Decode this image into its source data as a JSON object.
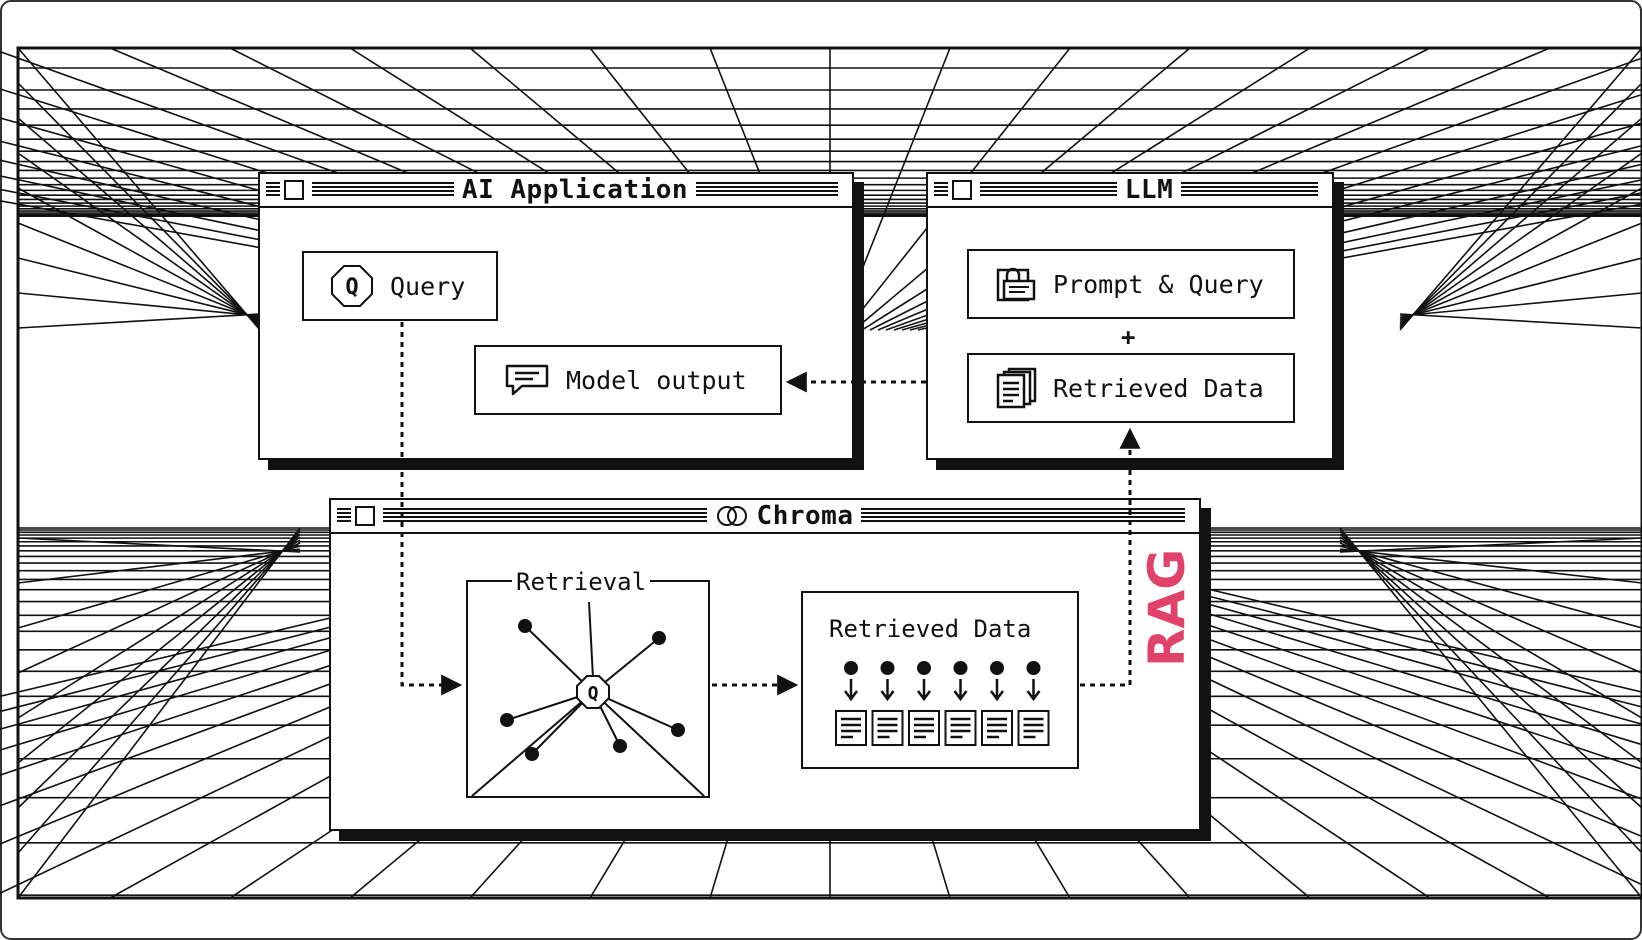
{
  "windows": {
    "ai_app": {
      "title": "AI Application"
    },
    "llm": {
      "title": "LLM"
    },
    "chroma": {
      "title": "Chroma"
    }
  },
  "nodes": {
    "query": "Query",
    "model_output": "Model output",
    "prompt_query": "Prompt & Query",
    "retrieved_llm": "Retrieved Data",
    "plus": "+",
    "retrieval": "Retrieval",
    "retrieved_chroma": "Retrieved Data",
    "query_node_letter": "Q"
  },
  "annotation": {
    "rag": "RAG"
  },
  "colors": {
    "accent": "#e0426a",
    "ink": "#111111"
  },
  "icons": [
    "query-q-icon",
    "chat-bubble-icon",
    "prompt-lock-icon",
    "documents-icon",
    "chroma-logo-icon"
  ]
}
